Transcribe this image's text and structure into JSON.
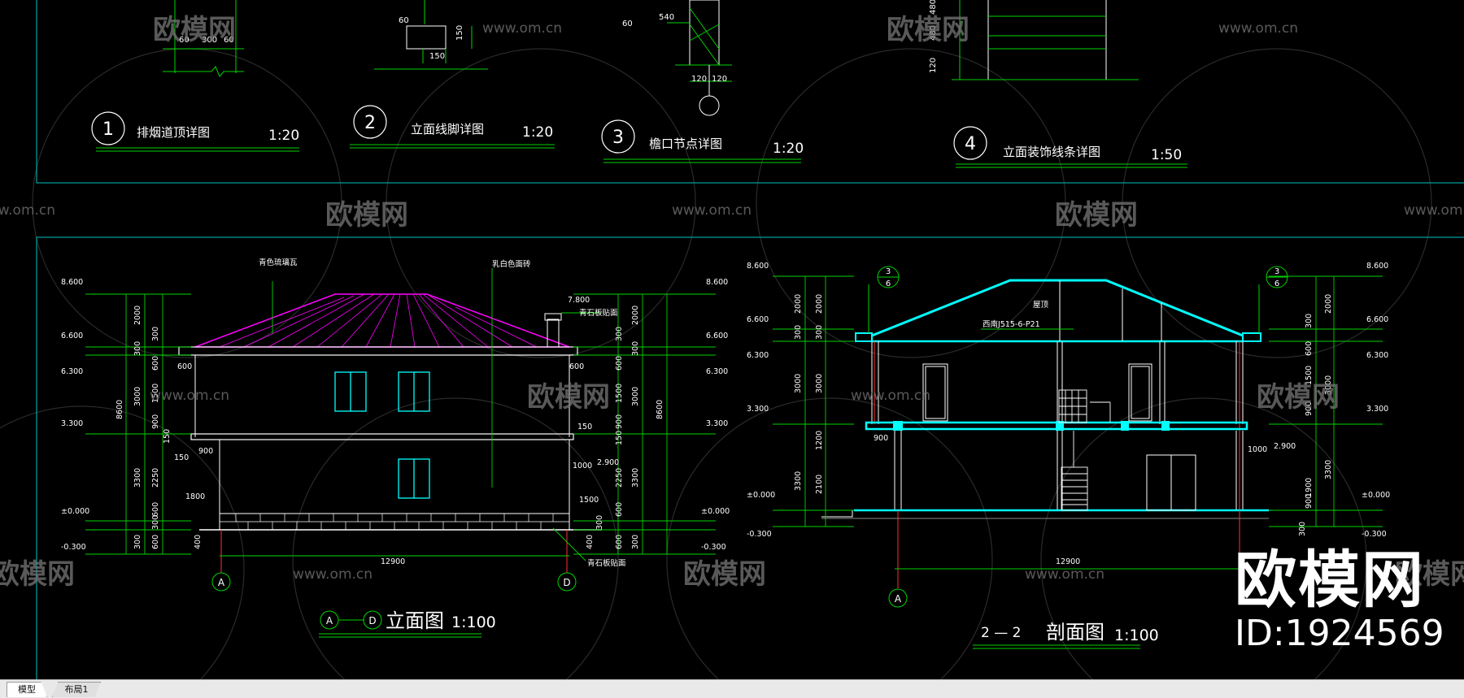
{
  "drawing": {
    "detail_titles": [
      {
        "num": "1",
        "title": "排烟道顶详图",
        "scale": "1:20"
      },
      {
        "num": "2",
        "title": "立面线脚详图",
        "scale": "1:20"
      },
      {
        "num": "3",
        "title": "檐口节点详图",
        "scale": "1:20"
      },
      {
        "num": "4",
        "title": "立面装饰线条详图",
        "scale": "1:50"
      }
    ],
    "top_dims": [
      "60",
      "300",
      "60",
      "60",
      "150",
      "150",
      "60",
      "540",
      "120",
      "120",
      "120",
      "480",
      "480"
    ],
    "elevation": {
      "title": "立面图",
      "axis_start": "A",
      "axis_end": "D",
      "scale": "1:100",
      "note_roof": "青色琉璃瓦",
      "note_wall": "乳白色面砖",
      "note_chimney": "青石板贴面",
      "note_chimney_level": "7.800",
      "note_base": "青石板贴面",
      "total_width": "12900",
      "levels_left": [
        "8.600",
        "6.600",
        "6.300",
        "3.300",
        "±0.000",
        "-0.300"
      ],
      "levels_right": [
        "8.600",
        "6.600",
        "6.300",
        "3.300",
        "±0.000",
        "-0.300"
      ],
      "dims_left_outer": [
        "2000",
        "300",
        "3000",
        "3300",
        "300"
      ],
      "dims_left_inner": [
        "300",
        "600",
        "1500",
        "900",
        "150",
        "2250",
        "600",
        "300",
        "600"
      ],
      "dims_right_outer": [
        "2000",
        "300",
        "3000",
        "3300",
        "300"
      ],
      "dims_right_inner": [
        "300",
        "600",
        "1500",
        "900",
        "150",
        "2250",
        "600",
        "300",
        "600"
      ],
      "dim_total": "8600",
      "misc": [
        "600",
        "600",
        "150",
        "900",
        "150",
        "1800",
        "1000",
        "2.900",
        "1500",
        "400",
        "400"
      ]
    },
    "section": {
      "title": "剖面图",
      "name": "2 — 2",
      "scale": "1:100",
      "detail_ref_top": "3",
      "detail_ref_bottom": "6",
      "note_roof": "屋顶",
      "note_ref": "西南J515-6-P21",
      "total_width": "12900",
      "axis_a": "A",
      "levels_left": [
        "8.600",
        "6.600",
        "6.300",
        "3.300",
        "±0.000",
        "-0.300"
      ],
      "levels_right": [
        "8.600",
        "6.600",
        "6.300",
        "3.300",
        "±0.000",
        "-0.300"
      ],
      "dims_left": [
        "2000",
        "300",
        "3000",
        "3300",
        "1200",
        "2100"
      ],
      "dims_right": [
        "300",
        "600",
        "1500",
        "900",
        "1900",
        "900",
        "300",
        "2000",
        "3000",
        "3300"
      ],
      "misc": [
        "900",
        "1000",
        "2.900"
      ]
    },
    "watermark_url": "www.om.cn",
    "watermark_brand": "欧模网",
    "watermark_id": "ID:1924569"
  },
  "tabs": [
    {
      "label": "模型",
      "active": true
    },
    {
      "label": "布局1",
      "active": false
    }
  ],
  "colors": {
    "background": "#000000",
    "frame": "#00a3a3",
    "green": "#00d400",
    "cyan": "#00ffff",
    "magenta": "#ff00ff",
    "white": "#ffffff",
    "red": "#ff3030"
  }
}
